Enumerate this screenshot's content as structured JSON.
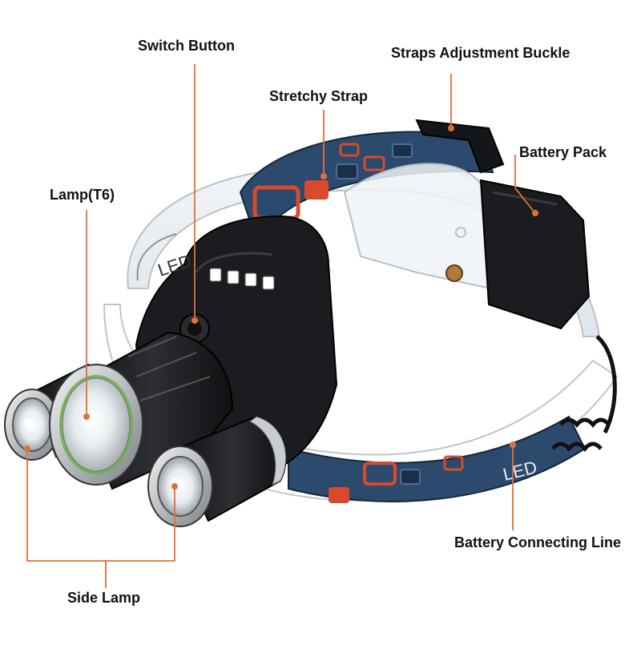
{
  "labels": {
    "switch_button": "Switch Button",
    "straps_adjustment_buckle": "Straps Adjustment Buckle",
    "stretchy_strap": "Stretchy Strap",
    "battery_pack": "Battery Pack",
    "lamp_t6": "Lamp(T6)",
    "battery_connecting_line": "Battery Connecting Line",
    "side_lamp": "Side Lamp"
  },
  "product_print": {
    "strap_text": "LED"
  },
  "colors": {
    "callout": "#e0703a",
    "strap_red": "#d84a2b",
    "strap_blue": "#2c4a6e",
    "housing": "#1b1c1f",
    "aluminum": "#c9ccd0",
    "lens_green": "#6fb04a"
  }
}
